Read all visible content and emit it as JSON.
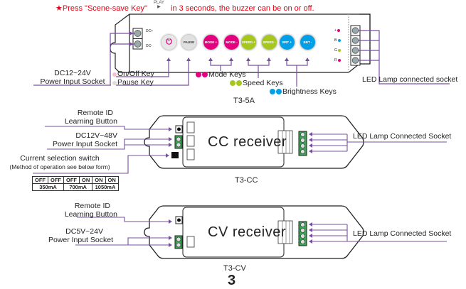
{
  "note": {
    "star": "★",
    "before": "Press \"Scene-save Key\"",
    "play_label": "PLAY",
    "play_glyph": "▶",
    "after": "in 3 seconds, the buzzer can be on or off."
  },
  "t3_5a": {
    "model": "T3-5A",
    "power_label_1": "DC12~24V",
    "power_label_2": "Power Input Socket",
    "dc_plus": "DC+",
    "dc_minus": "DC-",
    "onoff_label": "On/Off  Key",
    "pause_label": "Pause Key",
    "mode_label": "Mode Keys",
    "speed_label": "Speed Keys",
    "brightness_label": "Brightness Keys",
    "led_label": "LED Lamp connected socket",
    "keys": [
      {
        "name": "power",
        "text": "⏻",
        "color": "#e8e8e8",
        "fg": "#e4007f"
      },
      {
        "name": "pause",
        "text": "PAUSE",
        "color": "#e0e0e0",
        "fg": "#333333"
      },
      {
        "name": "mode-plus",
        "text": "MODE +",
        "color": "#e4007f",
        "fg": "#ffffff"
      },
      {
        "name": "mode-minus",
        "text": "MODE -",
        "color": "#e4007f",
        "fg": "#ffffff"
      },
      {
        "name": "speed-plus",
        "text": "SPEED +",
        "color": "#a6c81e",
        "fg": "#ffffff"
      },
      {
        "name": "speed-minus",
        "text": "SPEED -",
        "color": "#a6c81e",
        "fg": "#ffffff"
      },
      {
        "name": "brt-plus",
        "text": "BRT +",
        "color": "#00a0e9",
        "fg": "#ffffff"
      },
      {
        "name": "brt-minus",
        "text": "BRT -",
        "color": "#00a0e9",
        "fg": "#ffffff"
      }
    ],
    "channels": [
      "+",
      "B",
      "G",
      "R"
    ],
    "channel_colors": [
      "#e4007f",
      "#00a0e9",
      "#a6c81e",
      "#e4007f"
    ]
  },
  "t3_cc": {
    "model": "T3-CC",
    "title": "CC receiver",
    "remote_label_1": "Remote ID",
    "remote_label_2": "Learning Button",
    "power_label_1": "DC12V~48V",
    "power_label_2": "Power Input Socket",
    "switch_label_1": "Current selection switch",
    "switch_label_2": "(Method of operation see below form)",
    "led_label": "LED Lamp Connected Socket",
    "current_table": {
      "states": [
        "OFF",
        "OFF",
        "OFF",
        "ON",
        "ON",
        "ON"
      ],
      "values": [
        "350mA",
        "700mA",
        "1050mA"
      ]
    }
  },
  "t3_cv": {
    "model": "T3-CV",
    "title": "CV receiver",
    "remote_label_1": "Remote ID",
    "remote_label_2": "Learning Button",
    "power_label_1": "DC5V~24V",
    "power_label_2": "Power Input Socket",
    "led_label": "LED Lamp Connected Socket"
  },
  "colors": {
    "leader": "#7a4fa0",
    "accent_red": "#e60012",
    "terminal_green": "#3aa655",
    "mode": "#e4007f",
    "speed": "#a6c81e",
    "brightness": "#00a0e9"
  },
  "page_number": "3"
}
